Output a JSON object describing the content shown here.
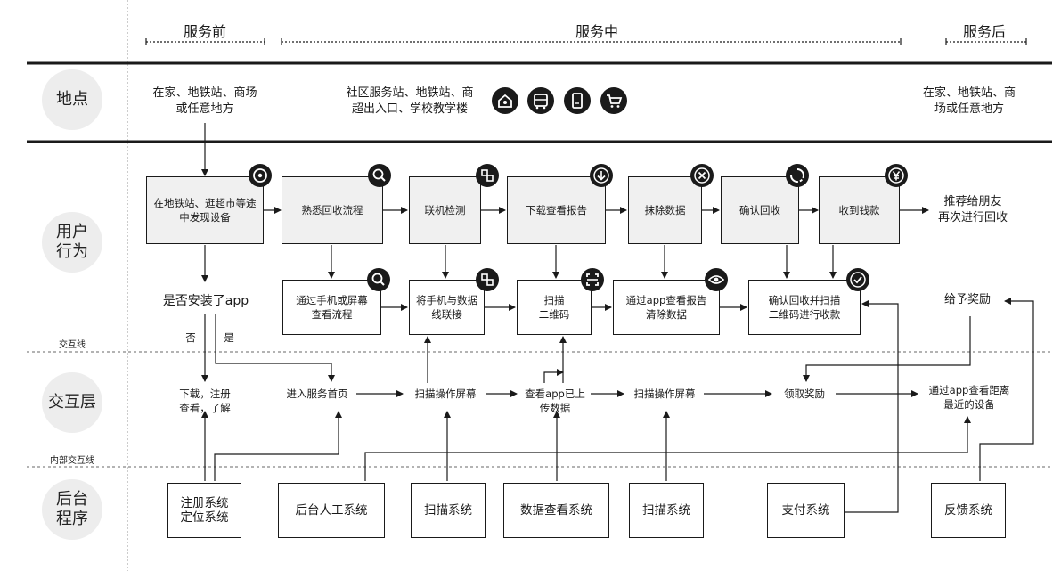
{
  "phases": {
    "before": "服务前",
    "during": "服务中",
    "after": "服务后"
  },
  "lanes": {
    "location": "地点",
    "user_action": "用户\n行为",
    "interaction_layer": "交互层",
    "backend": "后台\n程序"
  },
  "divider_labels": {
    "interaction_line": "交互线",
    "inner_interaction_line": "内部交互线"
  },
  "locations": {
    "before": "在家、地铁站、商场\n或任意地方",
    "during": "社区服务站、地铁站、商\n超出入口、学校教学楼",
    "after": "在家、地铁站、商\n场或任意地方"
  },
  "location_icons": [
    "home-icon",
    "bus-icon",
    "phone-icon",
    "cart-icon"
  ],
  "actions_top": [
    {
      "label": "在地铁站、逛超市等途\n中发现设备",
      "icon": "target-icon"
    },
    {
      "label": "熟悉回收流程",
      "icon": "search-icon"
    },
    {
      "label": "联机检测",
      "icon": "link-icon"
    },
    {
      "label": "下载查看报告",
      "icon": "download-icon"
    },
    {
      "label": "抹除数据",
      "icon": "close-icon"
    },
    {
      "label": "确认回收",
      "icon": "recycle-icon"
    },
    {
      "label": "收到钱款",
      "icon": "yen-icon"
    }
  ],
  "action_next": "推荐给朋友\n再次进行回收",
  "actions_second": {
    "app_question": "是否安装了app",
    "no": "否",
    "yes": "是",
    "boxes": [
      {
        "label": "通过手机或屏幕\n查看流程",
        "icon": "search-icon"
      },
      {
        "label": "将手机与数据\n线联接",
        "icon": "link-icon"
      },
      {
        "label": "扫描\n二维码",
        "icon": "scan-icon"
      },
      {
        "label": "通过app查看报告\n清除数据",
        "icon": "eye-icon"
      },
      {
        "label": "确认回收并扫描\n二维码进行收款",
        "icon": "check-icon"
      }
    ],
    "reward": "给予奖励"
  },
  "interaction": [
    "下载，注册\n查看，了解",
    "进入服务首页",
    "扫描操作屏幕",
    "查看app已上\n传数据",
    "扫描操作屏幕",
    "领取奖励",
    "通过app查看距离\n最近的设备"
  ],
  "backend": [
    "注册系统\n定位系统",
    "后台人工系统",
    "扫描系统",
    "数据查看系统",
    "扫描系统",
    "支付系统",
    "反馈系统"
  ]
}
